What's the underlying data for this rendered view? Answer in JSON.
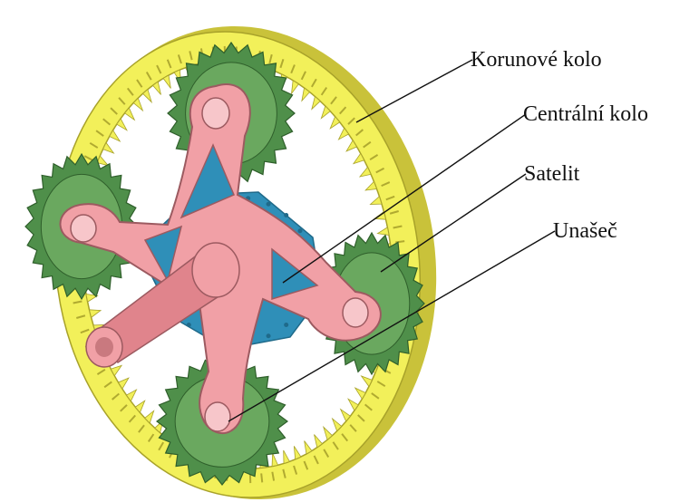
{
  "labels": {
    "ring_gear": "Korunové kolo",
    "sun_gear": "Centrální kolo",
    "planet_gear": "Satelit",
    "carrier": "Unašeč"
  },
  "colors": {
    "ring_gear": "#f2f05a",
    "ring_gear_dark": "#c9c23a",
    "planet_gear": "#4f8f4a",
    "planet_gear_light": "#6aa85f",
    "sun_gear": "#2f8fb8",
    "carrier": "#f1a0a6",
    "carrier_dark": "#c9797f",
    "shaft": "#e3c83a",
    "leader_line": "#111111"
  }
}
